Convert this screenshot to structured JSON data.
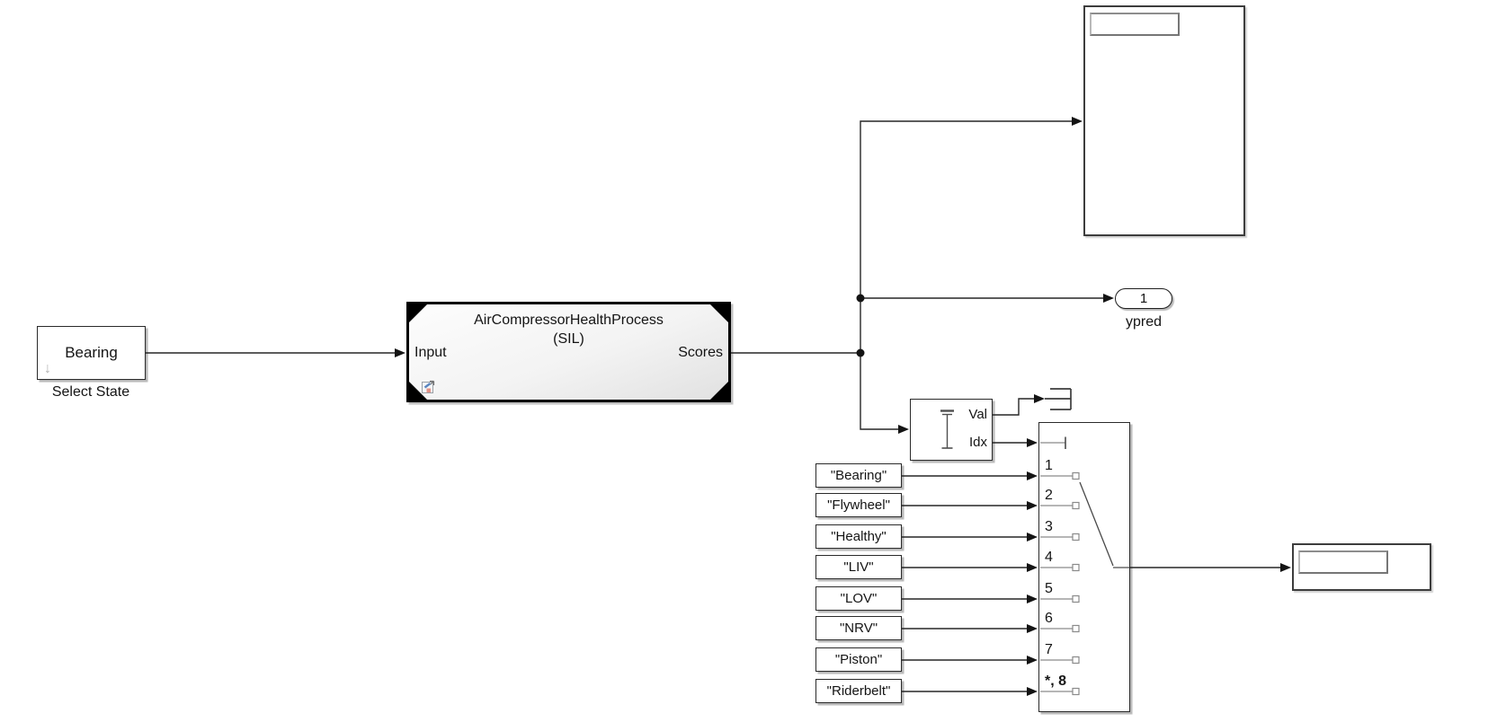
{
  "diagram": {
    "select_state_block": {
      "value": "Bearing",
      "label": "Select State"
    },
    "process_block": {
      "title": "AirCompressorHealthProcess",
      "mode": "(SIL)",
      "input_port": "Input",
      "output_port": "Scores"
    },
    "outport_block": {
      "port_number": "1",
      "label": "ypred"
    },
    "extremum_block": {
      "val_port": "Val",
      "idx_port": "Idx"
    },
    "multiport_switch_block": {
      "port_labels": [
        "1",
        "2",
        "3",
        "4",
        "5",
        "6",
        "7",
        "*, 8"
      ]
    },
    "string_constant_blocks": [
      "\"Bearing\"",
      "\"Flywheel\"",
      "\"Healthy\"",
      "\"LIV\"",
      "\"LOV\"",
      "\"NRV\"",
      "\"Piston\"",
      "\"Riderbelt\""
    ]
  }
}
